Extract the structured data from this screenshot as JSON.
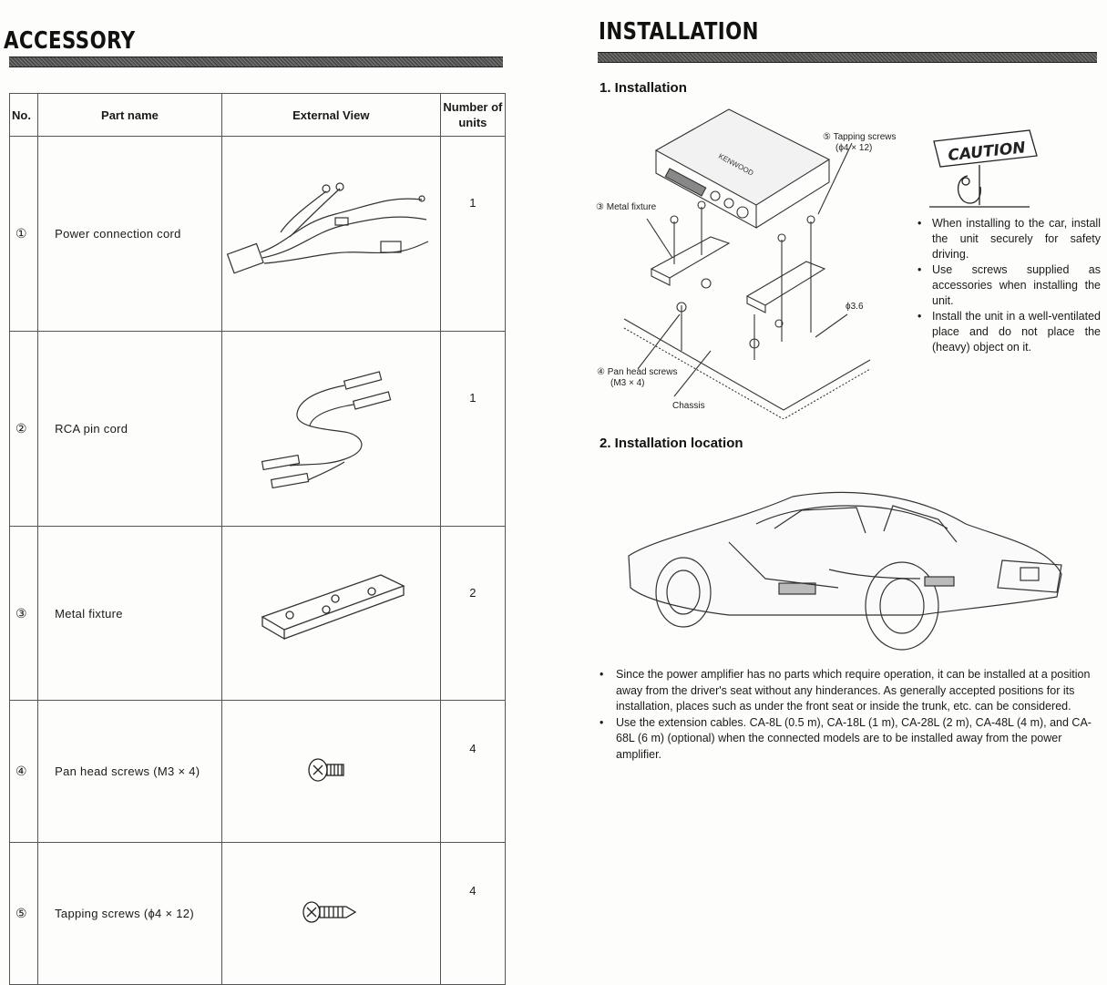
{
  "left": {
    "heading": "ACCESSORY",
    "table": {
      "headers": {
        "no": "No.",
        "part": "Part name",
        "view": "External View",
        "units": "Number of units"
      },
      "rows": [
        {
          "no": "①",
          "part": "Power connection cord",
          "units": "1"
        },
        {
          "no": "②",
          "part": "RCA pin cord",
          "units": "1"
        },
        {
          "no": "③",
          "part": "Metal fixture",
          "units": "2"
        },
        {
          "no": "④",
          "part": "Pan head screws (M3 × 4)",
          "units": "4"
        },
        {
          "no": "⑤",
          "part": "Tapping screws (ϕ4 × 12)",
          "units": "4"
        }
      ]
    }
  },
  "right": {
    "heading": "INSTALLATION",
    "section1": {
      "title": "1.  Installation",
      "labels": {
        "tapping": "⑤ Tapping screws",
        "tapping_size": "(ϕ4 × 12)",
        "metal": "③ Metal fixture",
        "pan": "④ Pan head screws",
        "pan_size": "(M3 × 4)",
        "chassis": "Chassis",
        "hole": "ϕ3.6",
        "brand": "KENWOOD"
      },
      "caution_sign": "CAUTION",
      "bullets": [
        "When installing to the car, install the unit securely for safety driving.",
        "Use screws supplied as accessories when installing the unit.",
        "Install the unit in a well-ventilated place and do not place the (heavy) object on it."
      ]
    },
    "section2": {
      "title": "2.  Installation location",
      "bullets": [
        "Since the power amplifier has no parts which require operation, it can be installed at a position away from the driver's seat without any hinderances. As generally accepted positions for its installation, places such as under the front seat or inside the trunk, etc. can be considered.",
        "Use the extension cables. CA-8L (0.5 m), CA-18L (1 m), CA-28L (2 m), CA-48L (4 m), and CA-68L (6 m) (optional) when the connected models are to be installed away from the power amplifier."
      ]
    }
  }
}
